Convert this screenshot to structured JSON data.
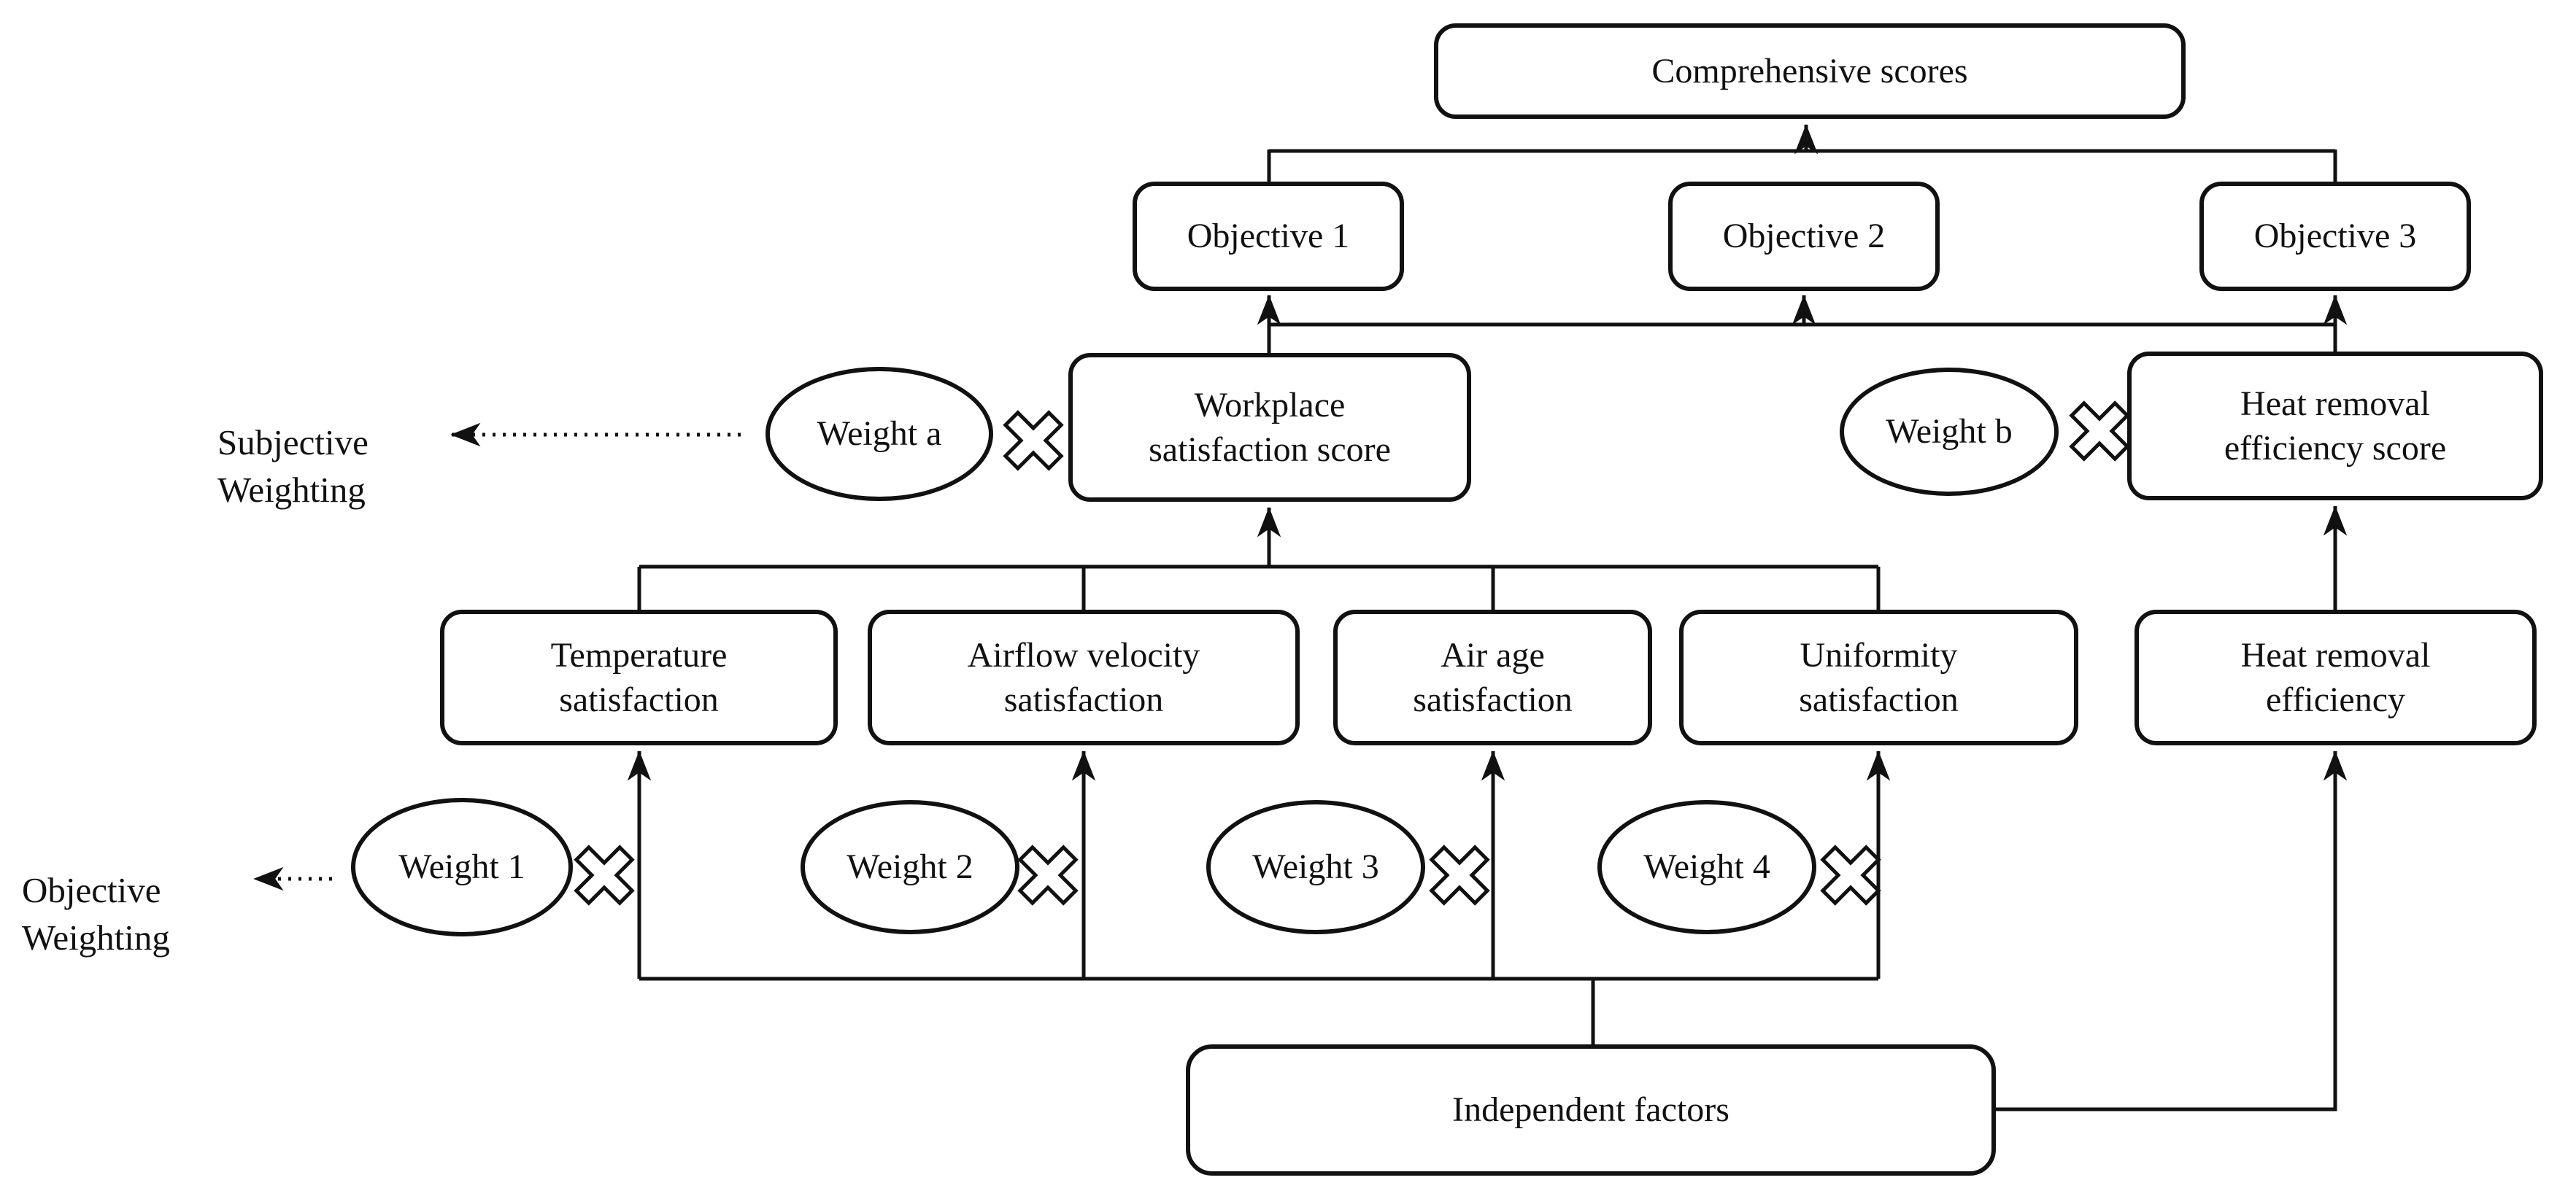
{
  "nodes": {
    "comprehensive": {
      "label": "Comprehensive scores"
    },
    "objective1": {
      "label": "Objective 1"
    },
    "objective2": {
      "label": "Objective 2"
    },
    "objective3": {
      "label": "Objective 3"
    },
    "workplace_score": {
      "label": "Workplace\nsatisfaction score"
    },
    "heat_removal_score": {
      "label": "Heat removal\nefficiency score"
    },
    "temperature": {
      "label": "Temperature\nsatisfaction"
    },
    "airflow": {
      "label": "Airflow velocity\nsatisfaction"
    },
    "air_age": {
      "label": "Air age\nsatisfaction"
    },
    "uniformity": {
      "label": "Uniformity\nsatisfaction"
    },
    "heat_removal_eff": {
      "label": "Heat removal\nefficiency"
    },
    "independent": {
      "label": "Independent factors"
    }
  },
  "weights": {
    "weight_a": {
      "label": "Weight a"
    },
    "weight_b": {
      "label": "Weight b"
    },
    "weight_1": {
      "label": "Weight 1"
    },
    "weight_2": {
      "label": "Weight 2"
    },
    "weight_3": {
      "label": "Weight 3"
    },
    "weight_4": {
      "label": "Weight 4"
    }
  },
  "annotations": {
    "subjective": {
      "label": "Subjective\nWeighting"
    },
    "objective": {
      "label": "Objective\nWeighting"
    }
  },
  "icons": {
    "multiply": "multiply-icon (outlined cross ✕)"
  },
  "colors": {
    "stroke": "#111111",
    "background": "#ffffff",
    "text": "#111111"
  }
}
